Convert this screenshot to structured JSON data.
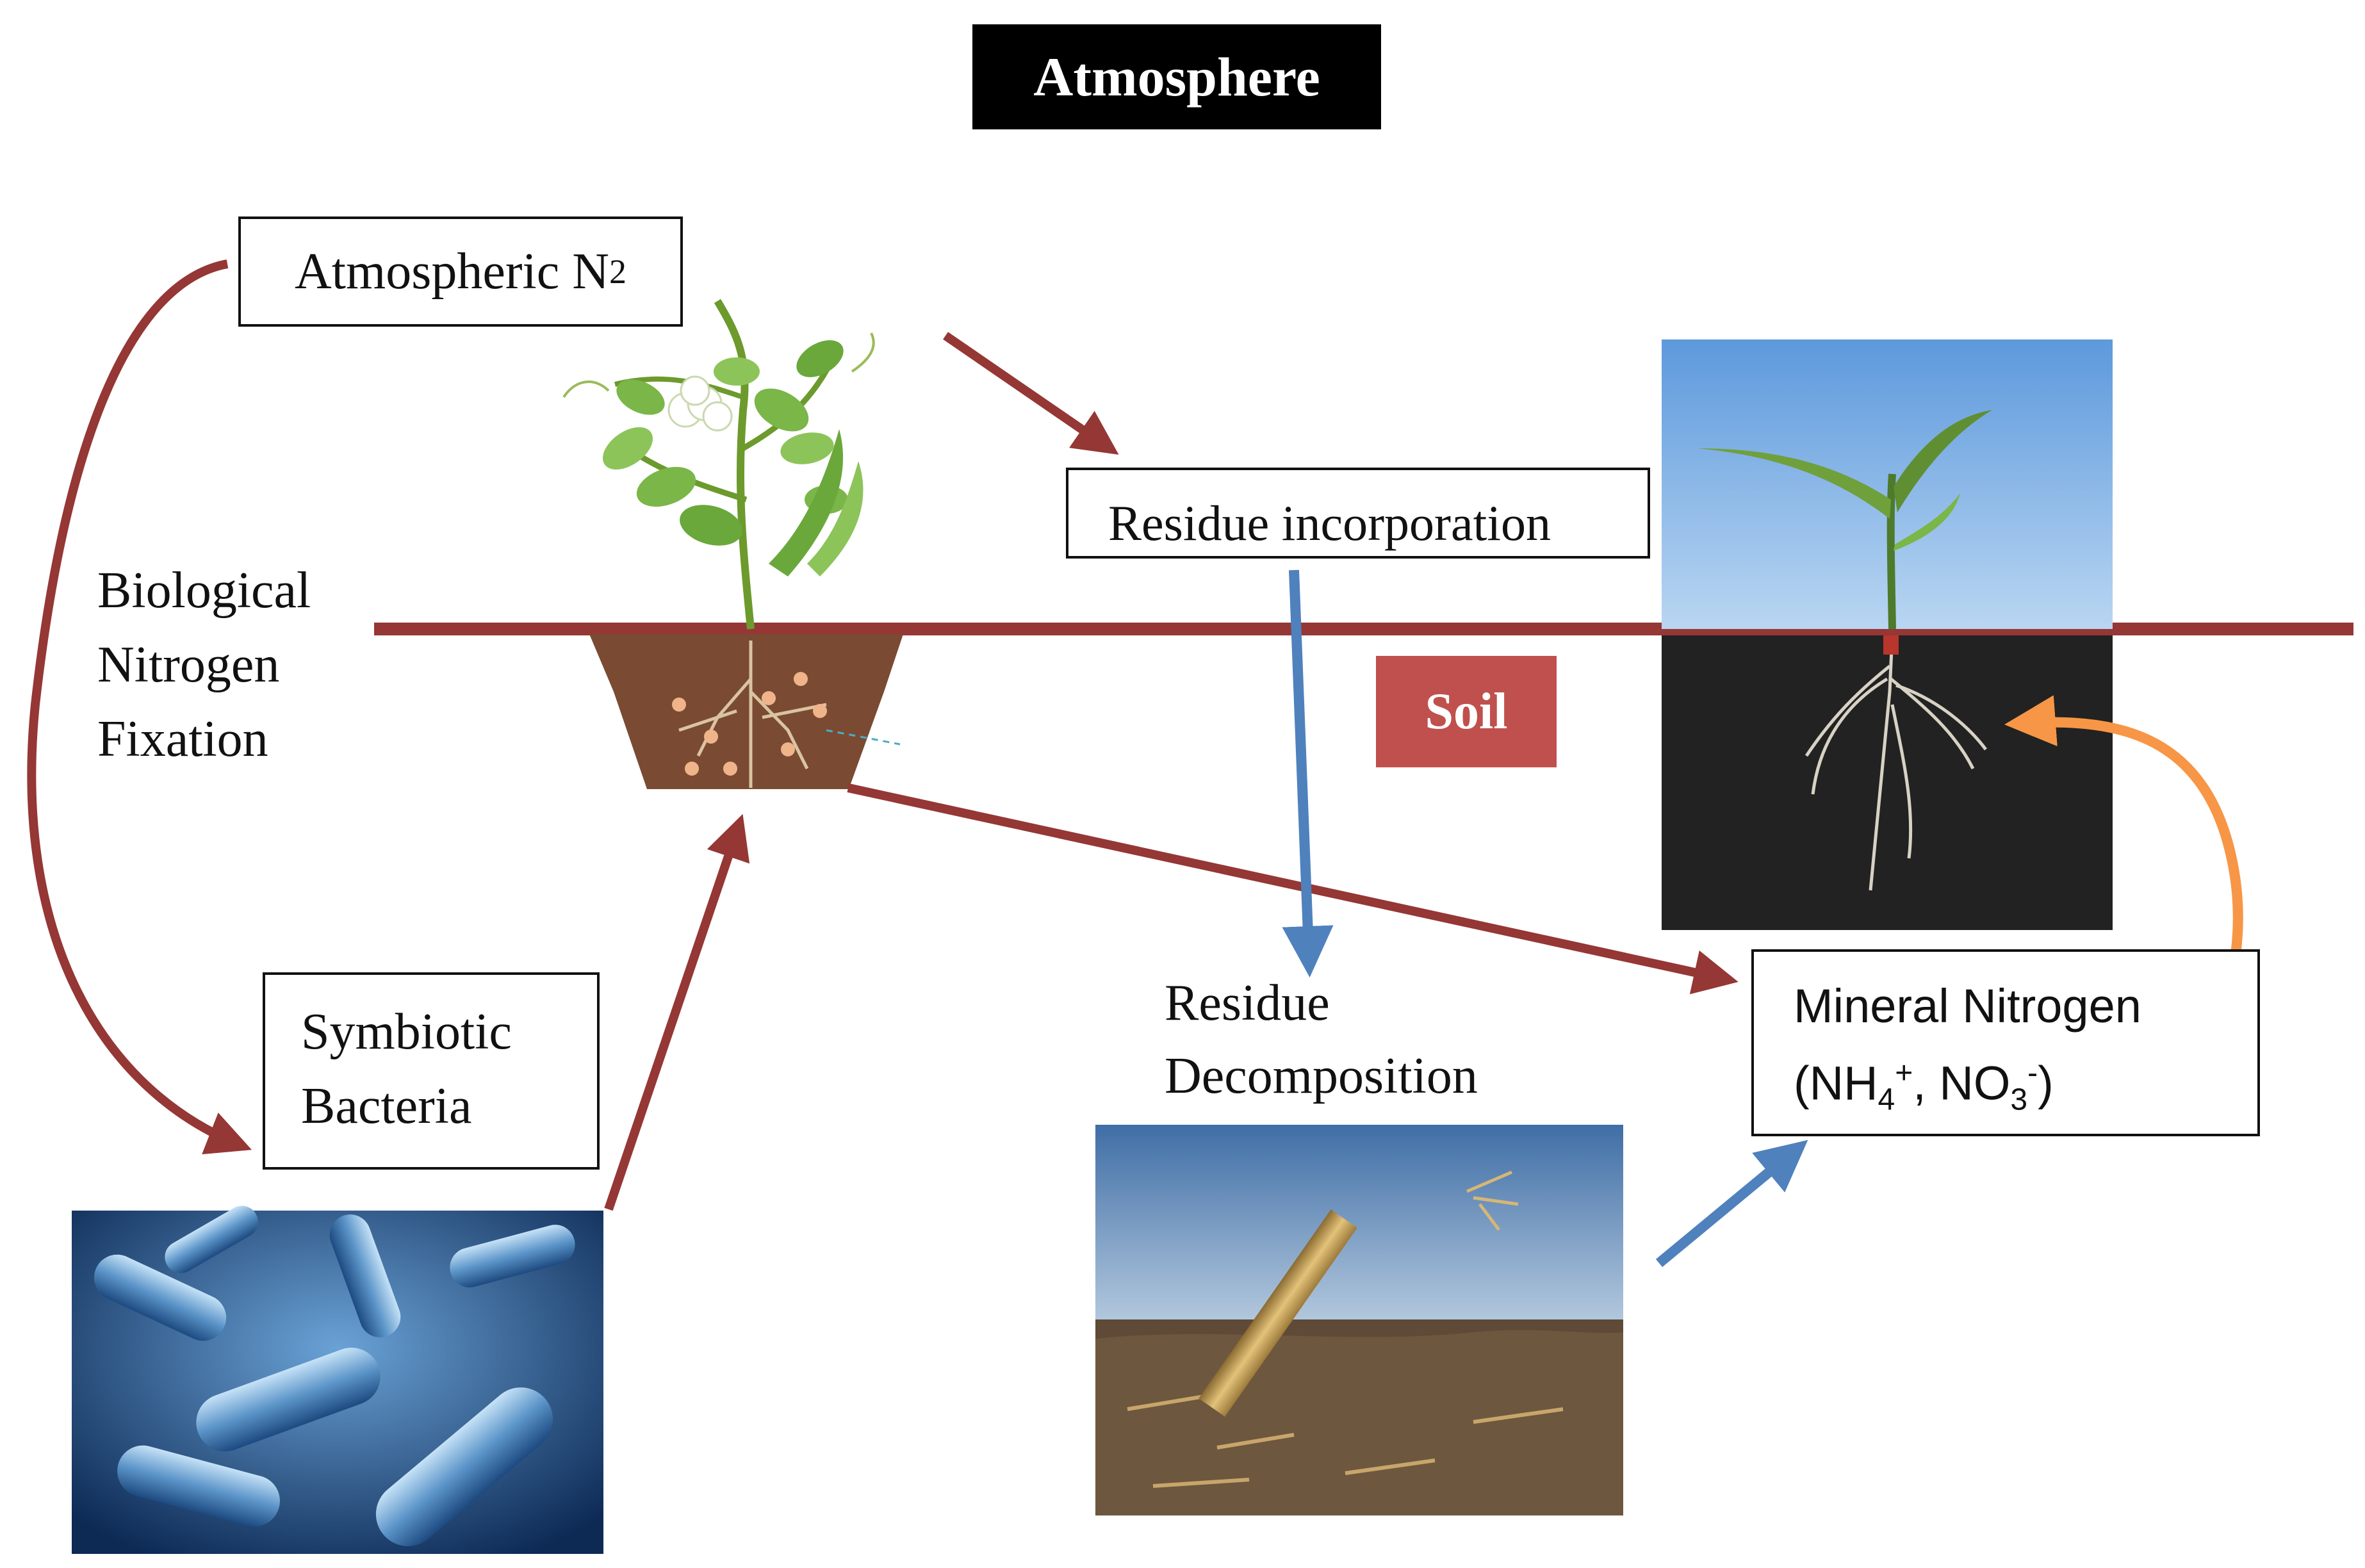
{
  "title": "Atmosphere",
  "soil_label": "Soil",
  "atmospheric_n2": {
    "text": "Atmospheric N",
    "sub": "2"
  },
  "residue_incorporation": "Residue incorporation",
  "bnf": {
    "line1": "Biological",
    "line2": "Nitrogen",
    "line3": "Fixation"
  },
  "symbiotic": {
    "line1": "Symbiotic",
    "line2": "Bacteria"
  },
  "residue_decomp": {
    "line1": "Residue",
    "line2": "Decomposition"
  },
  "mineral": {
    "line1": "Mineral Nitrogen",
    "open": "(NH",
    "nh_sub": "4",
    "nh_sup": "+",
    "mid": ", NO",
    "no_sub": "3",
    "no_sup": "-",
    "close": ")"
  },
  "colors": {
    "dark_red": "#953735",
    "blue": "#4f81bd",
    "orange": "#f79646",
    "soil_badge": "#c0504d"
  },
  "icons": [
    "pea-plant-icon",
    "corn-seedling-photo",
    "bacteria-photo",
    "crop-residue-photo"
  ]
}
